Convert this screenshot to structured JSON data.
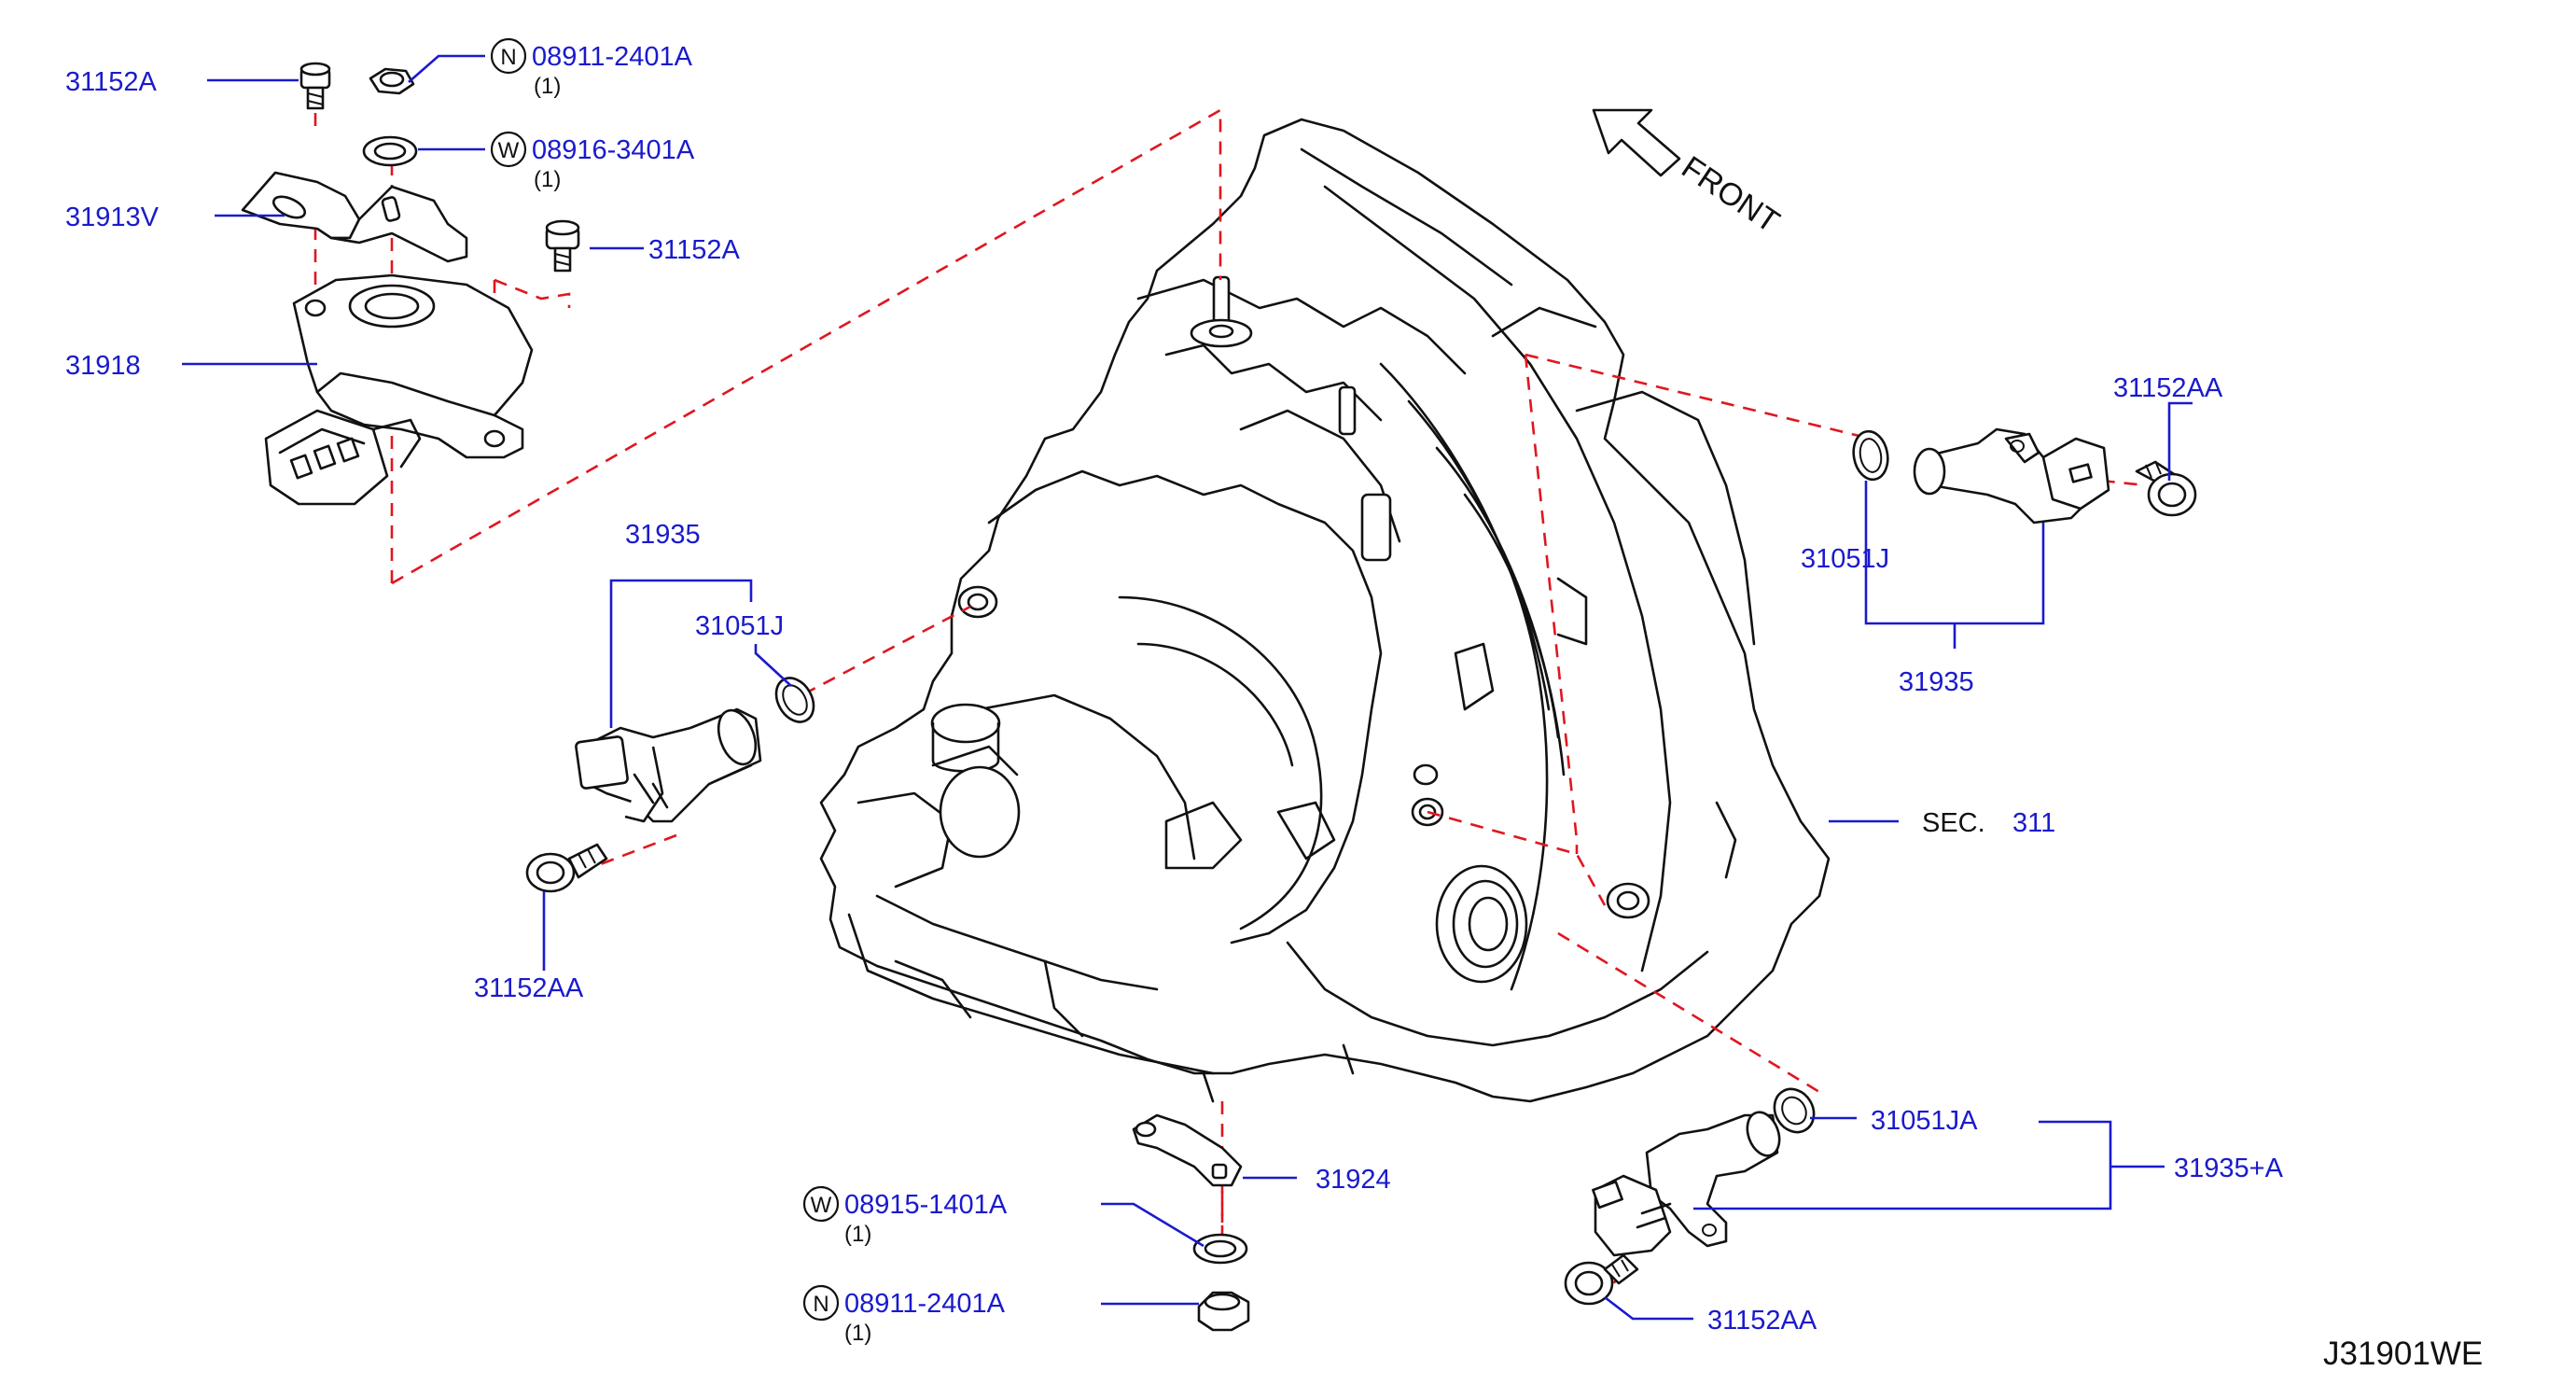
{
  "diagram_code": "J31901WE",
  "front_label": "FRONT",
  "section_ref": {
    "prefix": "SEC.",
    "number": "311"
  },
  "callouts": {
    "bolt_31152a_top": "31152A",
    "nut_top": {
      "prefix": "N",
      "part": "08911-2401A",
      "qty": "(1)"
    },
    "washer_top": {
      "prefix": "W",
      "part": "08916-3401A",
      "qty": "(1)"
    },
    "bracket_31913v": "31913V",
    "bolt_31152a_right": "31152A",
    "switch_31918": "31918",
    "sensor_left_group": "31935",
    "oring_left": "31051J",
    "bolt_left": "31152AA",
    "bolt_right_top": "31152AA",
    "oring_right": "31051J",
    "sensor_right_group": "31935",
    "lever_31924": "31924",
    "washer_bottom": {
      "prefix": "W",
      "part": "08915-1401A",
      "qty": "(1)"
    },
    "nut_bottom": {
      "prefix": "N",
      "part": "08911-2401A",
      "qty": "(1)"
    },
    "oring_bottom_right": "31051JA",
    "sensor_bottom_right_group": "31935+A",
    "bolt_bottom_right": "31152AA"
  },
  "colors": {
    "label": "#1a1acd",
    "leader": "#1a1acd",
    "phantom_line": "#e0161f",
    "outline": "#111111"
  }
}
